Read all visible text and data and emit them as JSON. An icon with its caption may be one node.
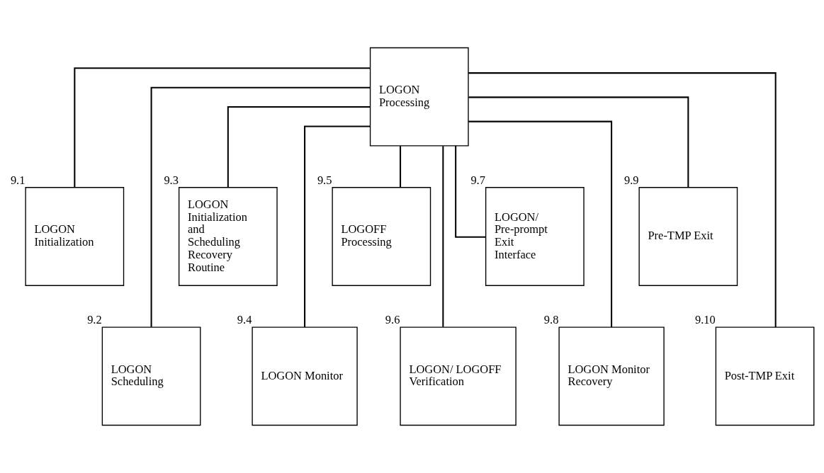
{
  "diagram": {
    "nodes": [
      {
        "text": [
          "LOGON Processing"
        ]
      },
      {
        "text": [
          "LOGON Initialization"
        ],
        "beside": [
          "9.1"
        ]
      },
      {
        "text": [
          "LOGON Scheduling"
        ],
        "beside": [
          "9.2"
        ]
      },
      {
        "text": [
          "LOGON Initialization and Scheduling Recovery Routine"
        ],
        "beside": [
          "9.3"
        ]
      },
      {
        "text": [
          "LOGON Monitor"
        ],
        "beside": [
          "9.4"
        ]
      },
      {
        "text": [
          "LOGOFF Processing"
        ],
        "beside": [
          "9.5"
        ]
      },
      {
        "text": [
          "LOGON/ LOGOFF Verification"
        ],
        "beside": [
          "9.6"
        ]
      },
      {
        "text": [
          "LOGON/ Pre-prompt Exit Interface"
        ],
        "beside": [
          "9.7"
        ]
      },
      {
        "text": [
          "LOGON Monitor Recovery"
        ],
        "beside": [
          "9.8"
        ]
      },
      {
        "text": [
          "Pre-TMP Exit"
        ],
        "beside": [
          "9.9"
        ]
      },
      {
        "text": [
          "Post-TMP Exit"
        ],
        "beside": [
          "9.10"
        ]
      }
    ],
    "edges": [
      {
        "from": 0,
        "to": 1,
        "arrow": "none"
      },
      {
        "from": 0,
        "to": 2,
        "arrow": "none"
      },
      {
        "from": 0,
        "to": 3,
        "arrow": "none"
      },
      {
        "from": 0,
        "to": 4,
        "arrow": "none"
      },
      {
        "from": 0,
        "to": 5,
        "arrow": "none"
      },
      {
        "from": 0,
        "to": 6,
        "arrow": "none"
      },
      {
        "from": 0,
        "to": 7,
        "arrow": "none"
      },
      {
        "from": 0,
        "to": 8,
        "arrow": "none"
      },
      {
        "from": 0,
        "to": 9,
        "arrow": "none"
      },
      {
        "from": 0,
        "to": 10,
        "arrow": "none"
      }
    ]
  }
}
